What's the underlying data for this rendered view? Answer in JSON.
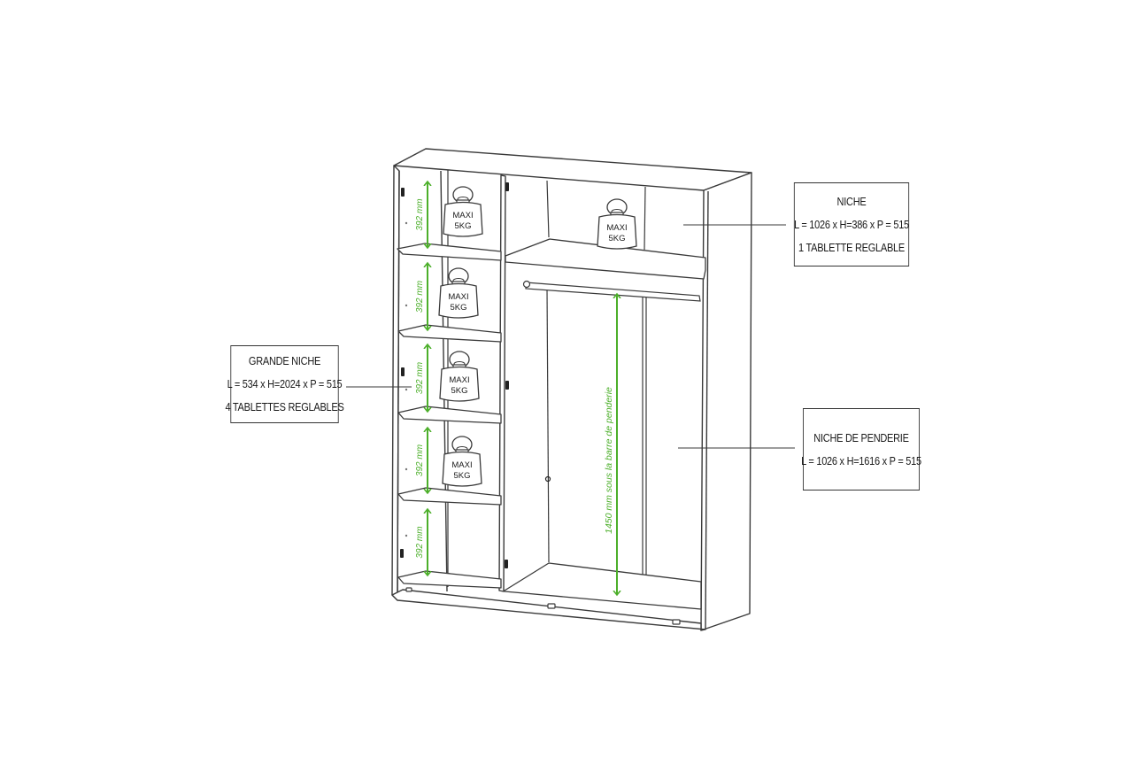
{
  "colors": {
    "line": "#3a3a3a",
    "shelf_fill": "#ffffff",
    "accent_green": "#4caf2a",
    "label_border": "#333333"
  },
  "labels": {
    "niche": {
      "title": "NICHE",
      "dims": "L = 1026 x H=386 x P = 515",
      "note": "1 TABLETTE REGLABLE"
    },
    "grande_niche": {
      "title": "GRANDE NICHE",
      "dims": "L = 534 x H=2024 x P = 515",
      "note": "4 TABLETTES REGLABLES"
    },
    "niche_penderie": {
      "title": "NICHE DE PENDERIE",
      "dims": "L = 1026 x H=1616 x P = 515"
    }
  },
  "measurements": {
    "left_compartment_height": "392 mm",
    "hanging_clearance": "1450 mm sous la barre de penderie"
  },
  "weights": [
    {
      "line1": "MAXI",
      "line2": "5KG",
      "icon": "weight-icon"
    },
    {
      "line1": "MAXI",
      "line2": "5KG",
      "icon": "weight-icon"
    },
    {
      "line1": "MAXI",
      "line2": "5KG",
      "icon": "weight-icon"
    },
    {
      "line1": "MAXI",
      "line2": "5KG",
      "icon": "weight-icon"
    },
    {
      "line1": "MAXI",
      "line2": "5KG",
      "icon": "weight-icon"
    }
  ]
}
